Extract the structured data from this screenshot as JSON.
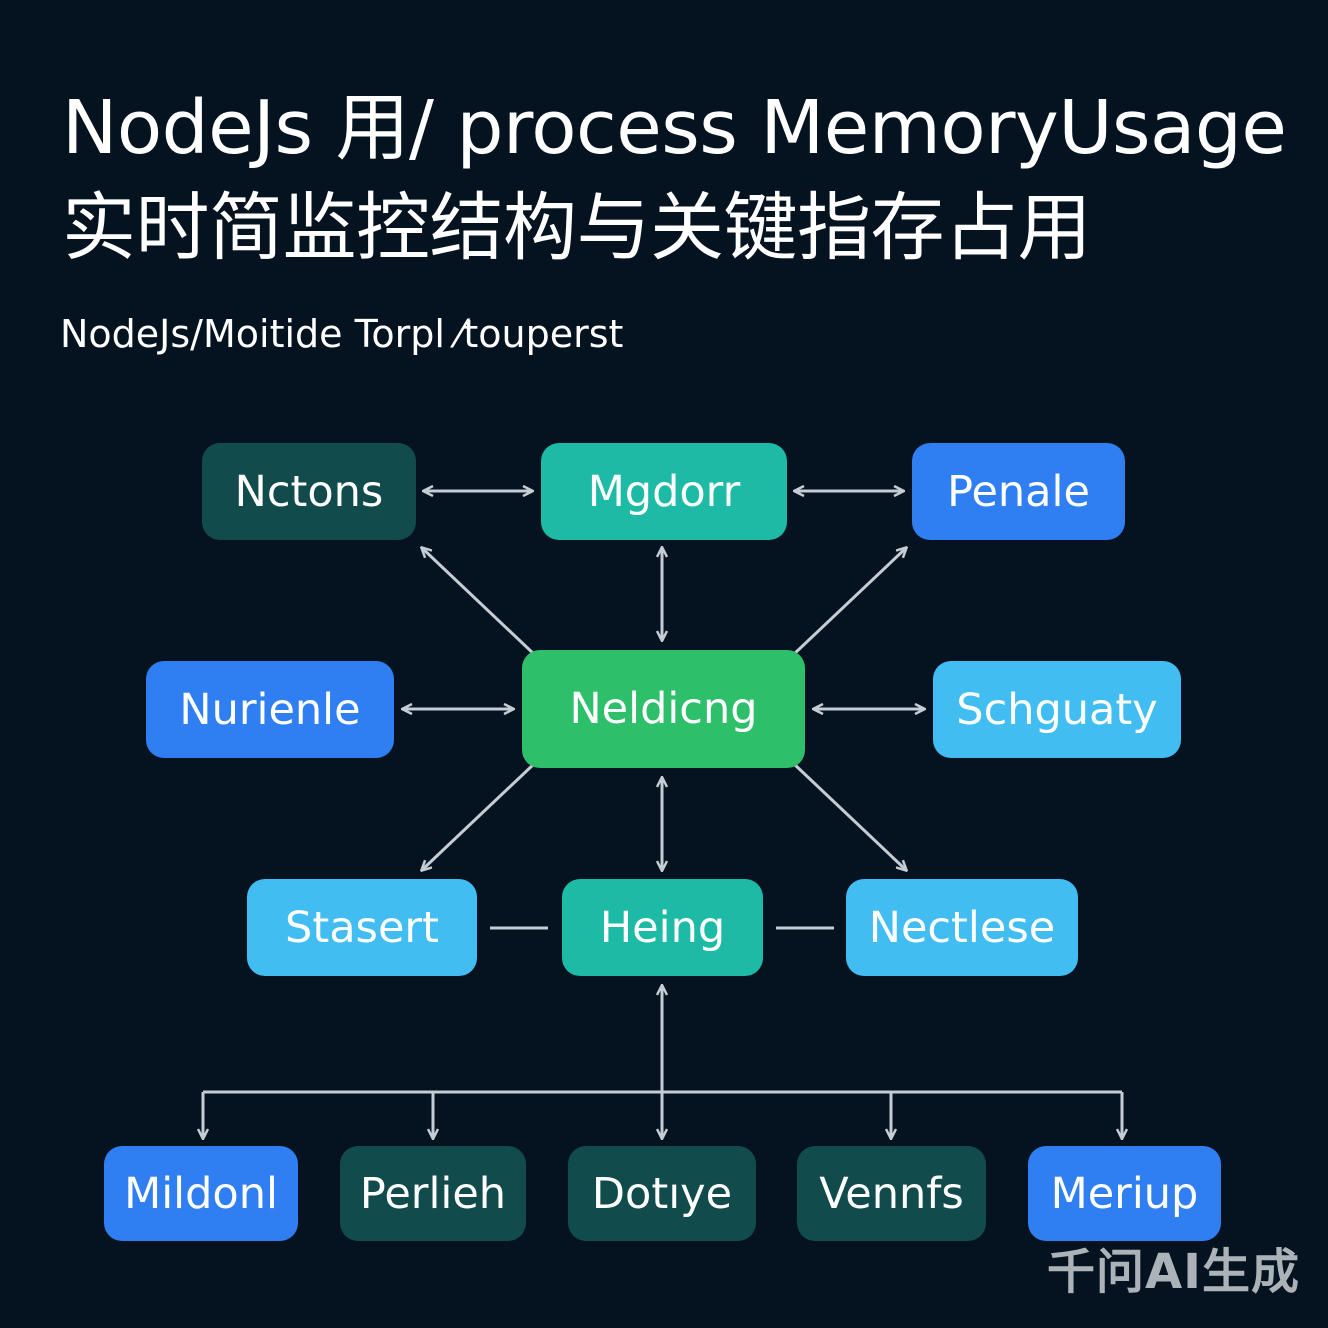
{
  "title_lines": [
    "NodeJs 用/ process MemoryUsage",
    "实时简监控结构与关键指存占用"
  ],
  "subtitle": "NodeJs/Moitide Torpl ⁄touperst",
  "nodes": {
    "nctons": "Nctons",
    "mgdorr": "Mgdorr",
    "penale": "Penale",
    "nurienle": "Nurienle",
    "neldicng": "Neldicng",
    "schguaty": "Schguaty",
    "stasert": "Stasert",
    "heing": "Heing",
    "nectlese": "Nectlese",
    "mildonl": "Mildonl",
    "perlieh": "Perlieh",
    "dotye": "Dotıye",
    "vennfs": "Vennfs",
    "meriup": "Meriup"
  },
  "colors": {
    "background": "#04131f",
    "edge": "#c5ccd3",
    "dark_node": "#124b4c",
    "teal_node": "#1dbba5",
    "blue_node": "#2f7ff3",
    "sky_node": "#41bdf2",
    "green_node": "#2dbf69"
  },
  "watermark": "千问AI生成"
}
